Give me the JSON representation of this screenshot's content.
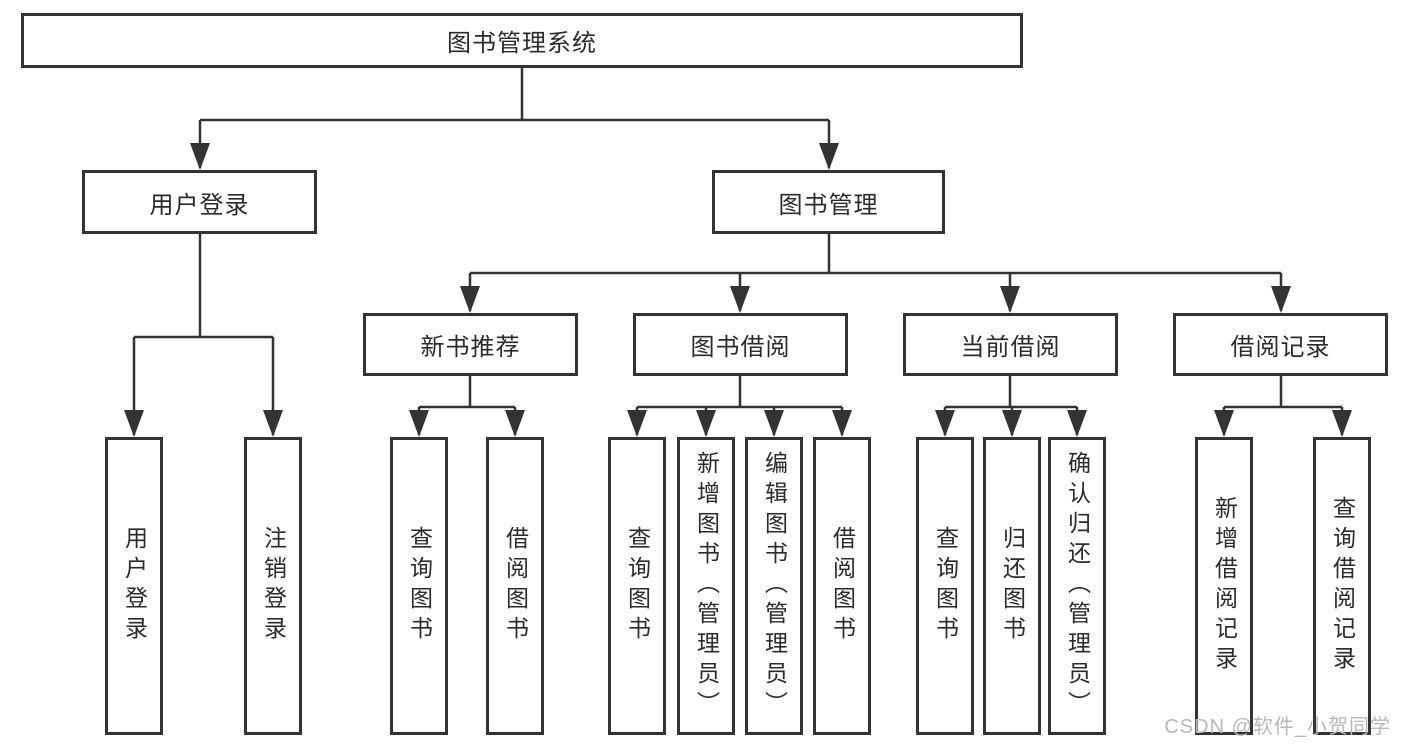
{
  "tree": {
    "root": {
      "label": "图书管理系统"
    },
    "children": [
      {
        "label": "用户登录",
        "children": [
          {
            "label": "用户登录"
          },
          {
            "label": "注销登录"
          }
        ]
      },
      {
        "label": "图书管理",
        "children": [
          {
            "label": "新书推荐",
            "children": [
              {
                "label": "查询图书"
              },
              {
                "label": "借阅图书"
              }
            ]
          },
          {
            "label": "图书借阅",
            "children": [
              {
                "label": "查询图书"
              },
              {
                "label": "新增图书（管理员）"
              },
              {
                "label": "编辑图书（管理员）"
              },
              {
                "label": "借阅图书"
              }
            ]
          },
          {
            "label": "当前借阅",
            "children": [
              {
                "label": "查询图书"
              },
              {
                "label": "归还图书"
              },
              {
                "label": "确认归还（管理员）"
              }
            ]
          },
          {
            "label": "借阅记录",
            "children": [
              {
                "label": "新增借阅记录"
              },
              {
                "label": "查询借阅记录"
              }
            ]
          }
        ]
      }
    ]
  },
  "watermark": {
    "text": "CSDN @软件_小贺同学"
  },
  "colors": {
    "line": "#333333",
    "text": "#2b2b2b",
    "watermark": "#b9b9b9"
  }
}
